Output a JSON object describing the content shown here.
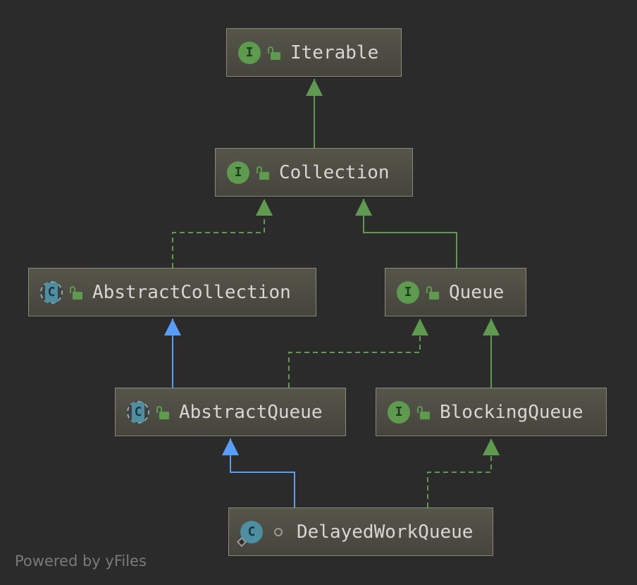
{
  "diagram": {
    "nodes": {
      "iterable": {
        "label": "Iterable",
        "kind_icon": "interface-icon",
        "kind_letter": "I",
        "visibility_icon": "public-lock-icon"
      },
      "collection": {
        "label": "Collection",
        "kind_icon": "interface-icon",
        "kind_letter": "I",
        "visibility_icon": "public-lock-icon"
      },
      "abstract_collection": {
        "label": "AbstractCollection",
        "kind_icon": "abstract-class-icon",
        "kind_letter": "C",
        "visibility_icon": "public-lock-icon"
      },
      "queue": {
        "label": "Queue",
        "kind_icon": "interface-icon",
        "kind_letter": "I",
        "visibility_icon": "public-lock-icon"
      },
      "abstract_queue": {
        "label": "AbstractQueue",
        "kind_icon": "abstract-class-icon",
        "kind_letter": "C",
        "visibility_icon": "public-lock-icon"
      },
      "blocking_queue": {
        "label": "BlockingQueue",
        "kind_icon": "interface-icon",
        "kind_letter": "I",
        "visibility_icon": "public-lock-icon"
      },
      "delayed_work_queue": {
        "label": "DelayedWorkQueue",
        "kind_icon": "class-icon",
        "kind_letter": "C",
        "visibility_icon": "package-private-dot-icon"
      }
    },
    "edges": [
      {
        "from": "collection",
        "to": "iterable",
        "type": "extends-interface",
        "style": "solid",
        "color": "#5e9b4f"
      },
      {
        "from": "abstract_collection",
        "to": "collection",
        "type": "implements",
        "style": "dashed",
        "color": "#5e9b4f"
      },
      {
        "from": "queue",
        "to": "collection",
        "type": "extends-interface",
        "style": "solid",
        "color": "#5e9b4f"
      },
      {
        "from": "abstract_queue",
        "to": "abstract_collection",
        "type": "extends-class",
        "style": "solid",
        "color": "#589df6"
      },
      {
        "from": "abstract_queue",
        "to": "queue",
        "type": "implements",
        "style": "dashed",
        "color": "#5e9b4f"
      },
      {
        "from": "blocking_queue",
        "to": "queue",
        "type": "extends-interface",
        "style": "solid",
        "color": "#5e9b4f"
      },
      {
        "from": "delayed_work_queue",
        "to": "abstract_queue",
        "type": "extends-class",
        "style": "solid",
        "color": "#589df6"
      },
      {
        "from": "delayed_work_queue",
        "to": "blocking_queue",
        "type": "implements",
        "style": "dashed",
        "color": "#5e9b4f"
      }
    ]
  },
  "footer": {
    "text": "Powered by yFiles"
  },
  "colors": {
    "background": "#2b2b2b",
    "interface_green": "#5e9b4f",
    "class_teal": "#4d8ea0",
    "extends_blue": "#589df6",
    "node_text": "#d6d6d6"
  }
}
